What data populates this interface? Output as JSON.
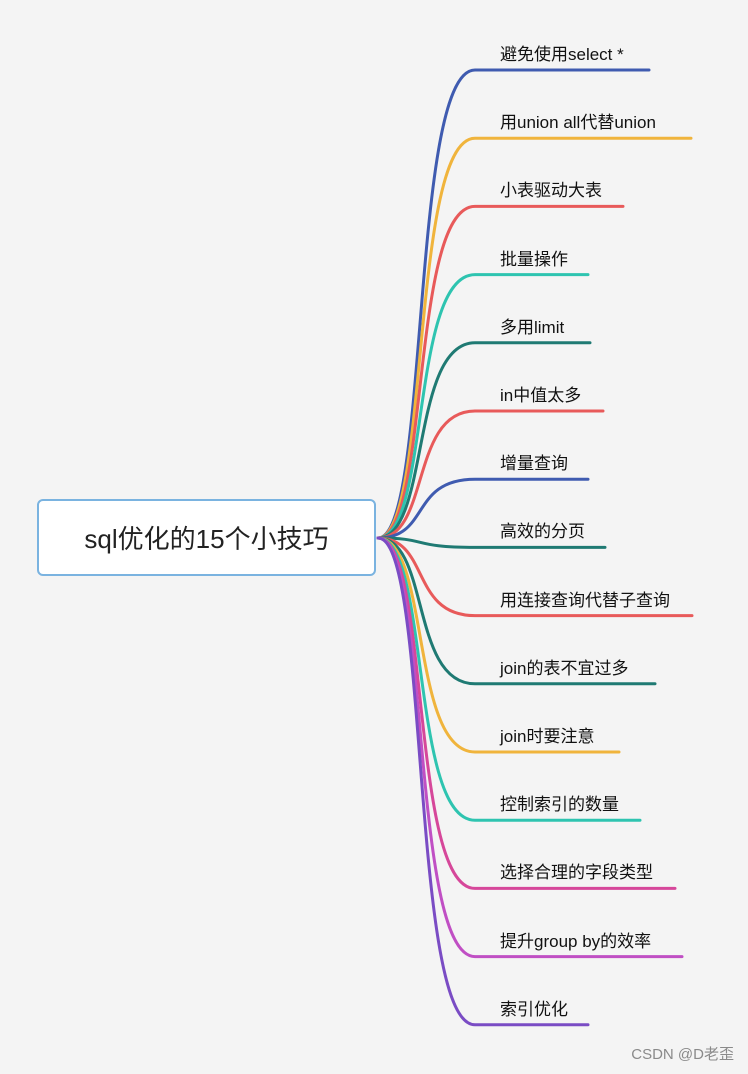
{
  "root": {
    "label": "sql优化的15个小技巧"
  },
  "branches": [
    {
      "label": "避免使用select *",
      "color": "#3f5bb0"
    },
    {
      "label": "用union all代替union",
      "color": "#f0b43c"
    },
    {
      "label": "小表驱动大表",
      "color": "#e85a5a"
    },
    {
      "label": "批量操作",
      "color": "#2ec4b0"
    },
    {
      "label": "多用limit",
      "color": "#1f7a73"
    },
    {
      "label": "in中值太多",
      "color": "#e85a5a"
    },
    {
      "label": "增量查询",
      "color": "#3f5bb0"
    },
    {
      "label": "高效的分页",
      "color": "#1f7a73"
    },
    {
      "label": "用连接查询代替子查询",
      "color": "#e85a5a"
    },
    {
      "label": "join的表不宜过多",
      "color": "#1f7a73"
    },
    {
      "label": "join时要注意",
      "color": "#f0b43c"
    },
    {
      "label": "控制索引的数量",
      "color": "#2ec4b0"
    },
    {
      "label": "选择合理的字段类型",
      "color": "#d6479a"
    },
    {
      "label": "提升group by的效率",
      "color": "#c04fc4"
    },
    {
      "label": "索引优化",
      "color": "#7a4cc4"
    }
  ],
  "watermark": "CSDN @D老歪"
}
